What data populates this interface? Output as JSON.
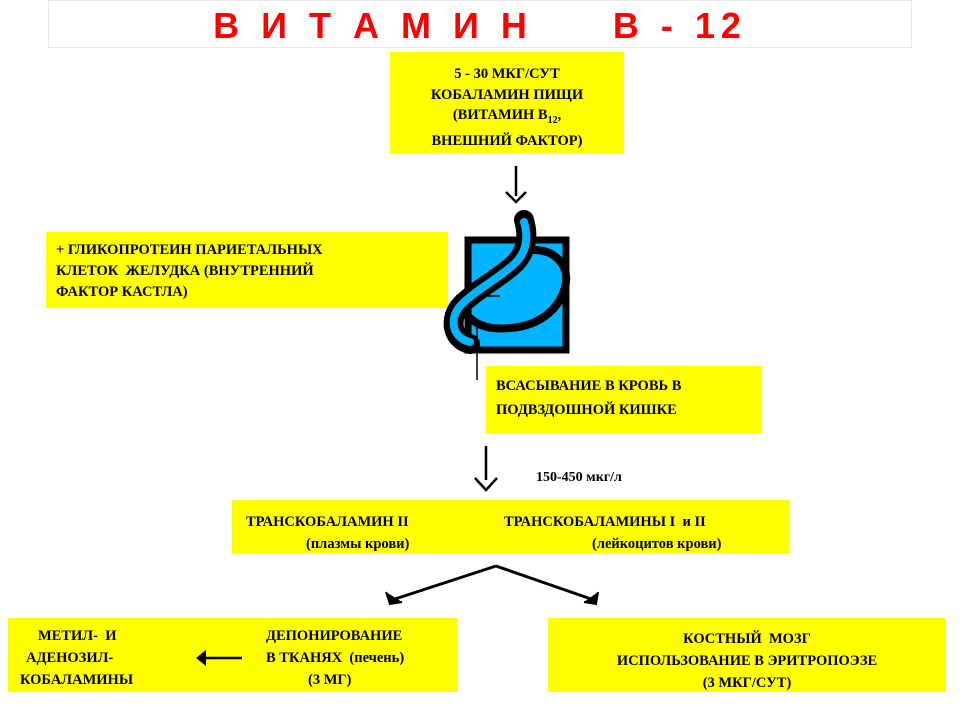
{
  "title": "В И Т А М И Н     В - 12",
  "box_top": {
    "line1": "5 - 30 МКГ/СУТ",
    "line2": "КОБАЛАМИН ПИЩИ",
    "line3_prefix": "(ВИТАМИН В",
    "line3_sub": "12",
    "line3_suffix": ",",
    "line4": "ВНЕШНИЙ ФАКТОР)"
  },
  "box_intrinsic": {
    "line1": "+ ГЛИКОПРОТЕИН ПАРИЕТАЛЬНЫХ",
    "line2": "КЛЕТОК  ЖЕЛУДКА (ВНУТРЕННИЙ",
    "line3": "ФАКТОР КАСТЛА)"
  },
  "box_absorb": {
    "line1": "ВСАСЫВАНИЕ В КРОВЬ В",
    "line2": "ПОДВЗДОШНОЙ КИШКЕ"
  },
  "concentration_label": "150-450 мкг/л",
  "box_transport": {
    "left_line1": "ТРАНСКОБАЛАМИН II",
    "left_line2": "(плазмы крови)",
    "right_line1": "ТРАНСКОБАЛАМИНЫ I  и II",
    "right_line2": "(лейкоцитов крови)"
  },
  "box_storage": {
    "left_line1": "МЕТИЛ-  И",
    "left_line2": "АДЕНОЗИЛ-",
    "left_line3": "КОБАЛАМИНЫ",
    "right_line1": "ДЕПОНИРОВАНИЕ",
    "right_line2": "В ТКАНЯХ  (печень)",
    "right_line3": "(3 МГ)"
  },
  "box_marrow": {
    "line1": "КОСТНЫЙ  МОЗГ",
    "line2": "ИСПОЛЬЗОВАНИЕ В ЭРИТРОПОЭЗЕ",
    "line3": "(3 МКГ/СУТ)"
  },
  "colors": {
    "title": "#ff0000",
    "box": "#ffff00",
    "stomach": "#00b4ff",
    "lines": "#000000"
  },
  "icons": [
    "stomach-icon",
    "arrow-down",
    "arrow-left",
    "branch-arrows"
  ]
}
